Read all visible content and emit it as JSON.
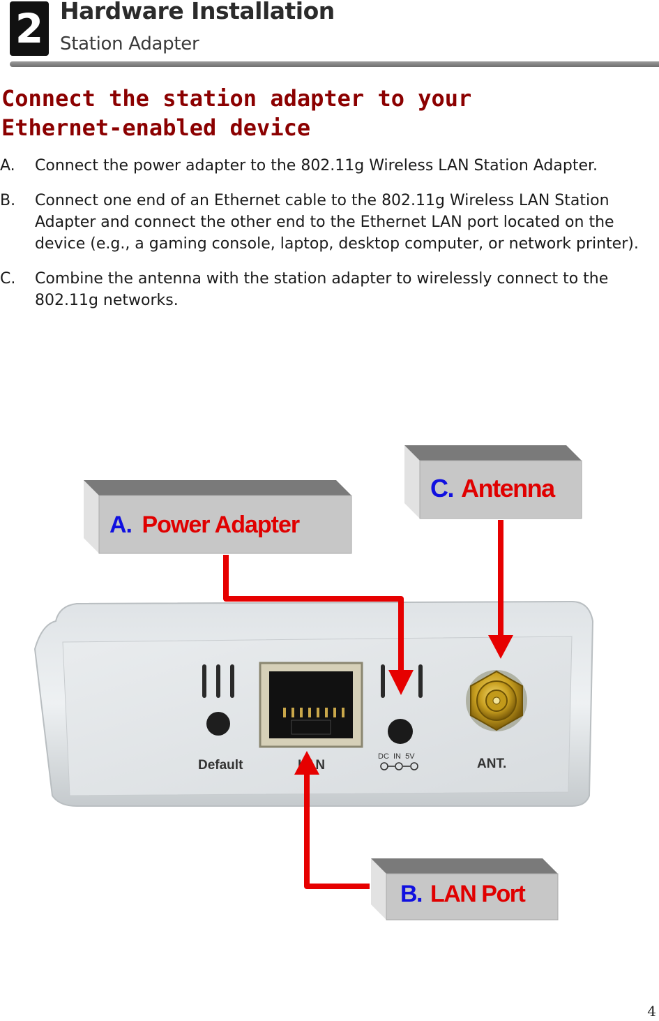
{
  "header": {
    "chapter_number": "2",
    "chapter_title": "Hardware Installation",
    "chapter_subtitle": "Station Adapter"
  },
  "section": {
    "heading_line1": "Connect the station adapter to your",
    "heading_line2": "Ethernet-enabled device"
  },
  "steps": [
    {
      "letter": "A.",
      "text": "Connect the power adapter to the 802.11g Wireless LAN Station Adapter."
    },
    {
      "letter": "B.",
      "text": "Connect one end of an Ethernet cable to the 802.11g Wireless LAN Station Adapter and connect the other end to the Ethernet LAN port located on the device (e.g., a gaming console, laptop, desktop computer, or network printer)."
    },
    {
      "letter": "C.",
      "text": "Combine the antenna with the station adapter to wirelessly connect to the 802.11g networks."
    }
  ],
  "callouts": {
    "power": {
      "prefix": "A.",
      "label": "Power Adapter"
    },
    "antenna": {
      "prefix": "C.",
      "label": "Antenna"
    },
    "lan": {
      "prefix": "B.",
      "label": "LAN Port"
    }
  },
  "device_labels": {
    "default": "Default",
    "lan": "LAN",
    "dc_in": "DC  IN  5V",
    "ant": "ANT."
  },
  "colors": {
    "heading": "#8b0000",
    "callout_prefix": "#1010e0",
    "callout_label": "#e00000",
    "arrow": "#e60000"
  },
  "page_number": "4"
}
